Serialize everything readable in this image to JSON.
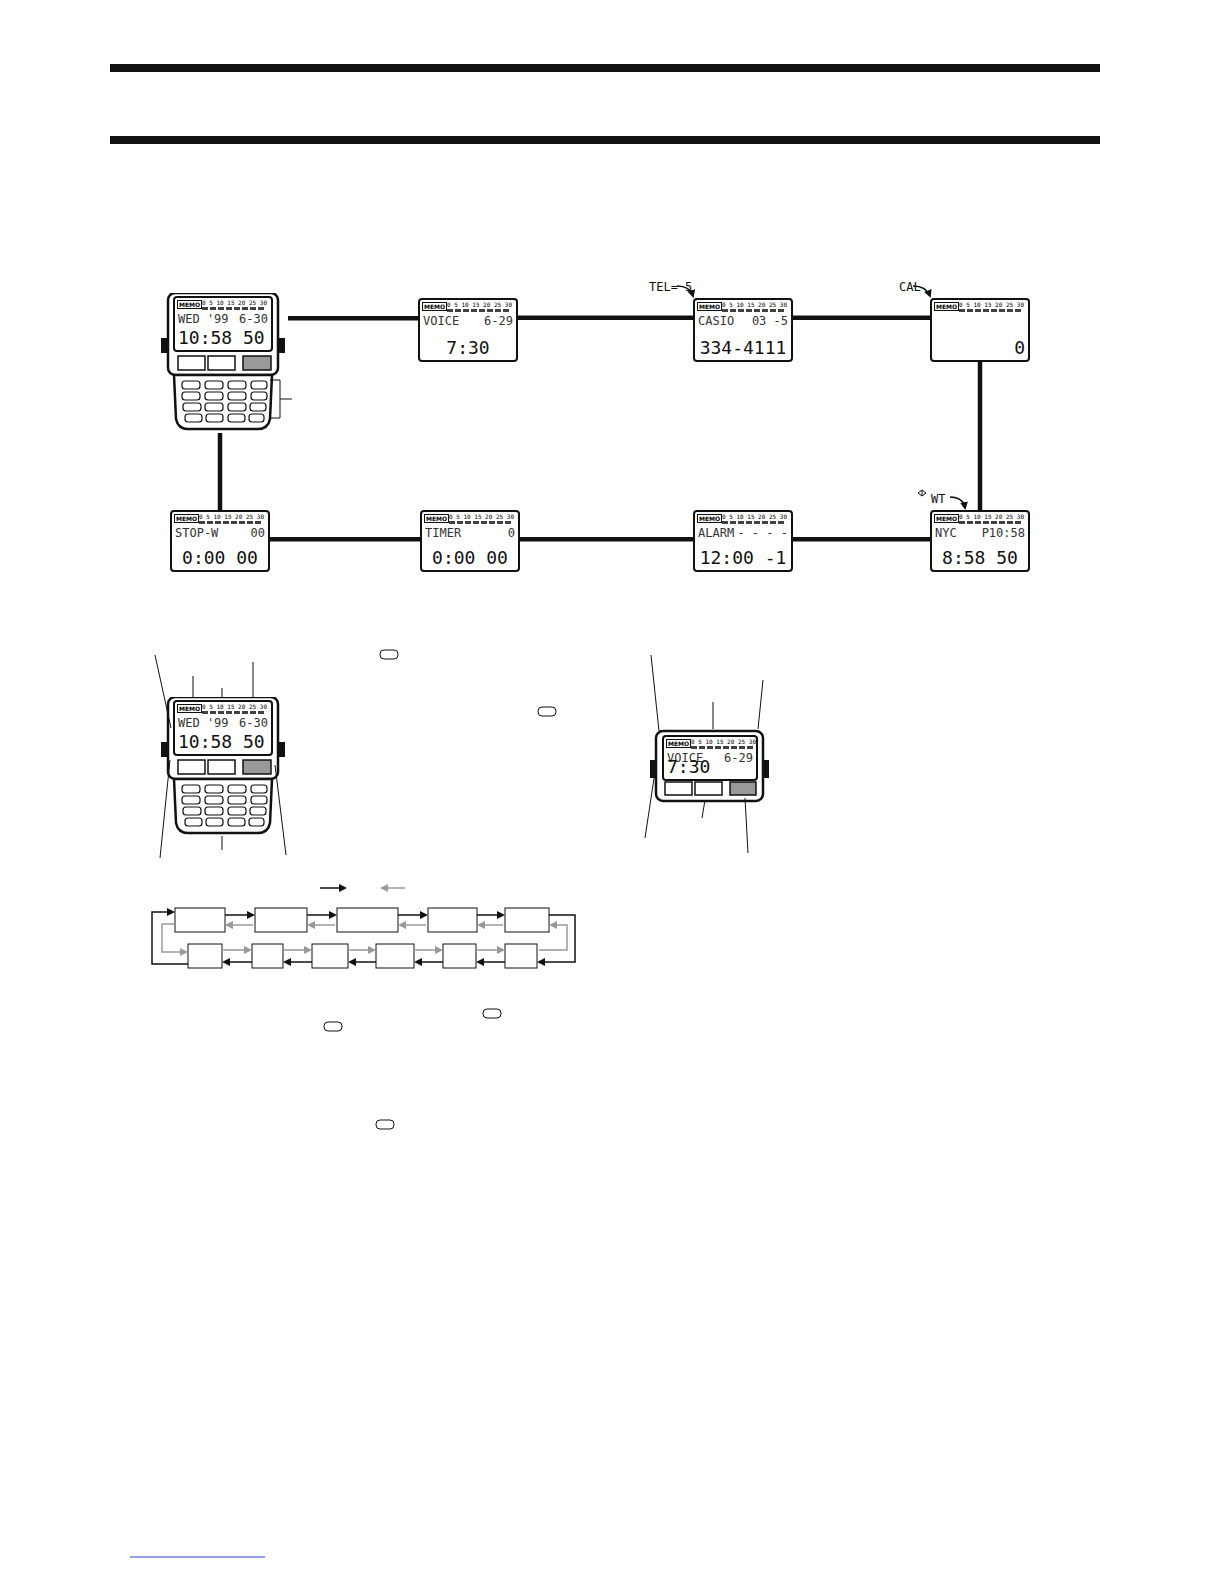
{
  "diagram": {
    "nodes": [
      {
        "text": [
          "MEMO",
          "0 5 10 15 20 25 30",
          "WED '99",
          "6-30",
          "10:58 50"
        ]
      },
      {
        "text": [
          "MEMO",
          "0 5 10 15 20 25 30",
          "VOICE",
          "6-29",
          "7:30"
        ]
      },
      {
        "text": [
          "TEL= 5",
          "MEMO",
          "0 5 10 15 20 25 30",
          "CASIO",
          "03 -5",
          "334-4111"
        ]
      },
      {
        "text": [
          "CAL",
          "MEMO",
          "0 5 10 15 20 25 30",
          "0"
        ]
      },
      {
        "text": [
          "MEMO",
          "0 5 10 15 20 25 30",
          "STOP-W",
          "00",
          "0:00 00"
        ]
      },
      {
        "text": [
          "MEMO",
          "0 5 10 15 20 25 30",
          "TIMER",
          "0",
          "0:00 00"
        ]
      },
      {
        "text": [
          "MEMO",
          "0 5 10 15 20 25 30",
          "ALARM",
          "- - - -",
          "12:00 -1"
        ]
      },
      {
        "text": [
          "WT",
          "MEMO",
          "0 5 10 15 20 25 30",
          "NYC",
          "P10:58",
          "8:58 50"
        ]
      },
      {
        "text": [
          "MEMO",
          "0 5 10 15 20 25 30",
          "WED '99",
          "6-30",
          "10:58 50"
        ]
      },
      {
        "text": [
          "MEMO",
          "0 5 10 15 20 25 30",
          "VOICE",
          "6-29",
          "7:30"
        ]
      }
    ],
    "edges": [
      {
        "from": 0,
        "to": 1,
        "arrow": "none"
      },
      {
        "from": 1,
        "to": 2,
        "arrow": "none"
      },
      {
        "from": 2,
        "to": 3,
        "arrow": "none"
      },
      {
        "from": 3,
        "to": 7,
        "arrow": "none"
      },
      {
        "from": 7,
        "to": 6,
        "arrow": "none"
      },
      {
        "from": 6,
        "to": 5,
        "arrow": "none"
      },
      {
        "from": 5,
        "to": 4,
        "arrow": "none"
      },
      {
        "from": 4,
        "to": 0,
        "arrow": "none"
      }
    ]
  }
}
